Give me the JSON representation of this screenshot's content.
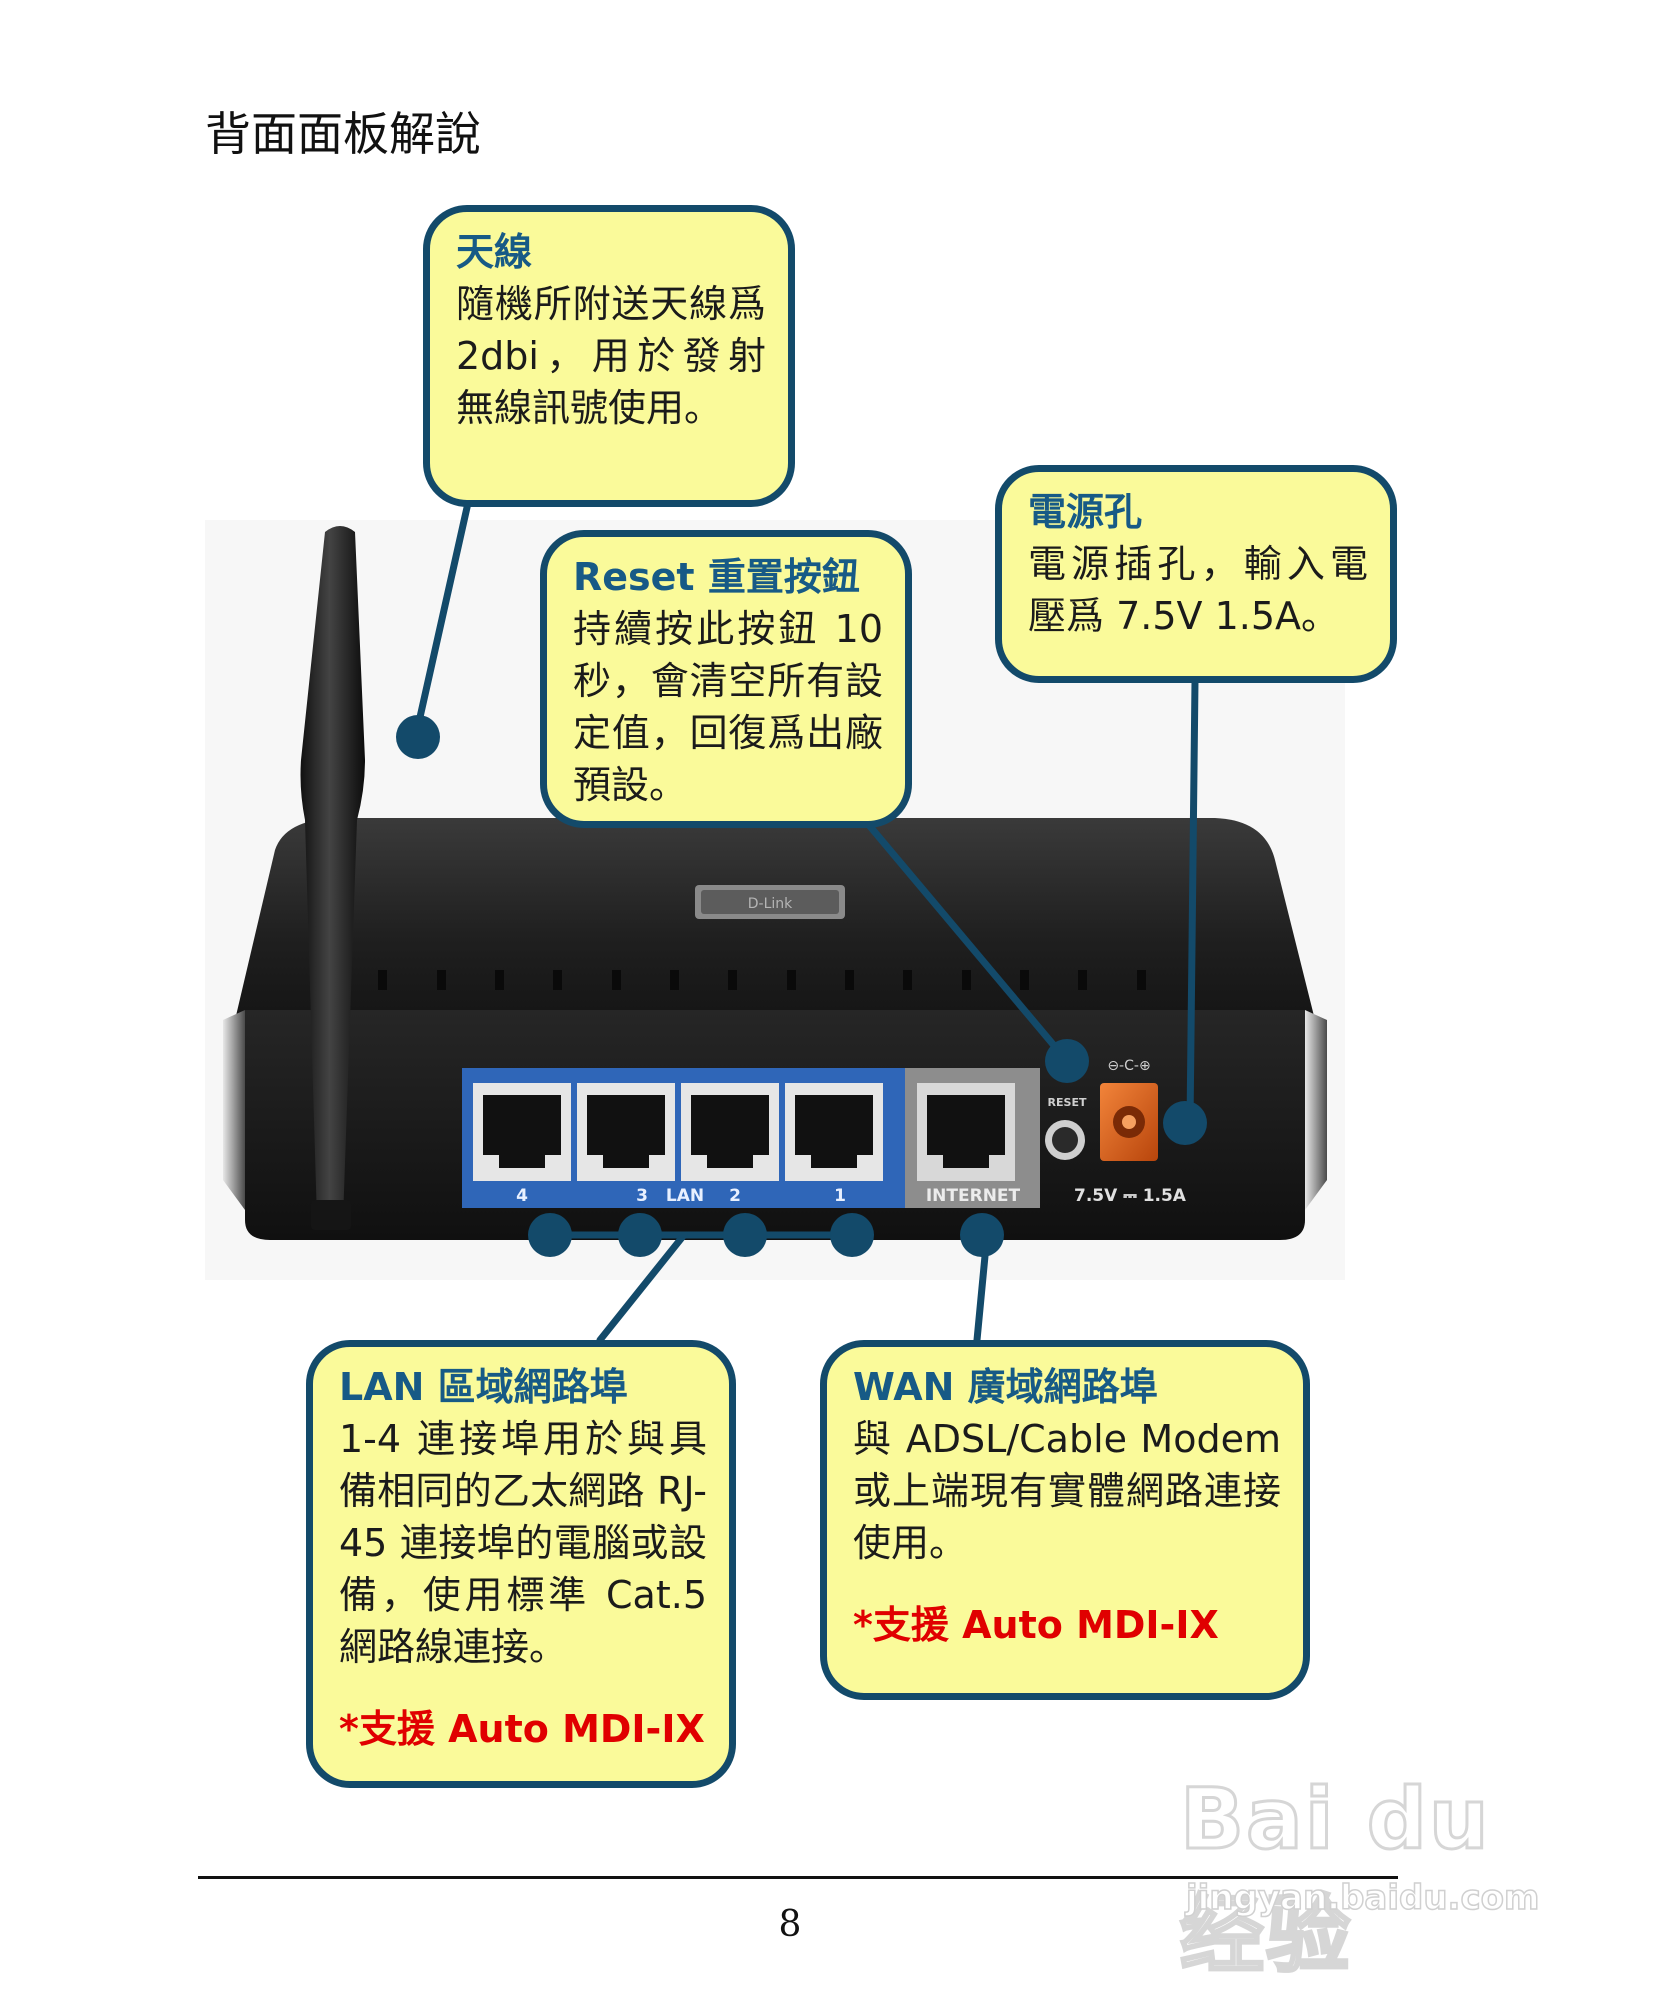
{
  "page": {
    "title": "背面面板解說",
    "page_number": "8"
  },
  "callouts": {
    "antenna": {
      "title": "天線",
      "body": "隨機所附送天線爲 2dbi，用於發射無線訊號使用。"
    },
    "reset": {
      "title": "Reset 重置按鈕",
      "body": "持續按此按鈕 10 秒，會清空所有設定值，回復爲出廠預設。"
    },
    "power": {
      "title": "電源孔",
      "body": "電源插孔，輸入電壓爲 7.5V 1.5A。"
    },
    "lan": {
      "title": "LAN 區域網路埠",
      "body": "1-4 連接埠用於與具備相同的乙太網路 RJ-45 連接埠的電腦或設備，使用標準 Cat.5 網路線連接。",
      "note": "*支援 Auto MDI-IX"
    },
    "wan": {
      "title": "WAN 廣域網路埠",
      "body": "與 ADSL/Cable Modem 或上端現有實體網路連接使用。",
      "note": "*支援 Auto MDI-IX"
    }
  },
  "router": {
    "port_labels": [
      "4",
      "3",
      "LAN",
      "2",
      "1"
    ],
    "internet_label": "INTERNET",
    "reset_label": "RESET",
    "power_label": "7.5V ⎓ 1.5A",
    "brand_plate": "D-Link",
    "polarity": "⊖-C-⊕"
  },
  "watermark": {
    "brand": "Bai du 经验",
    "url": "jingyan.baidu.com"
  },
  "colors": {
    "callout_fill": "#fafa9a",
    "callout_border": "#134a6a",
    "callout_title": "#175a86",
    "note_red": "#e00000",
    "router_body": "#1c1c1c",
    "port_panel": "#2f66b8",
    "power_jack": "#e0601a"
  }
}
